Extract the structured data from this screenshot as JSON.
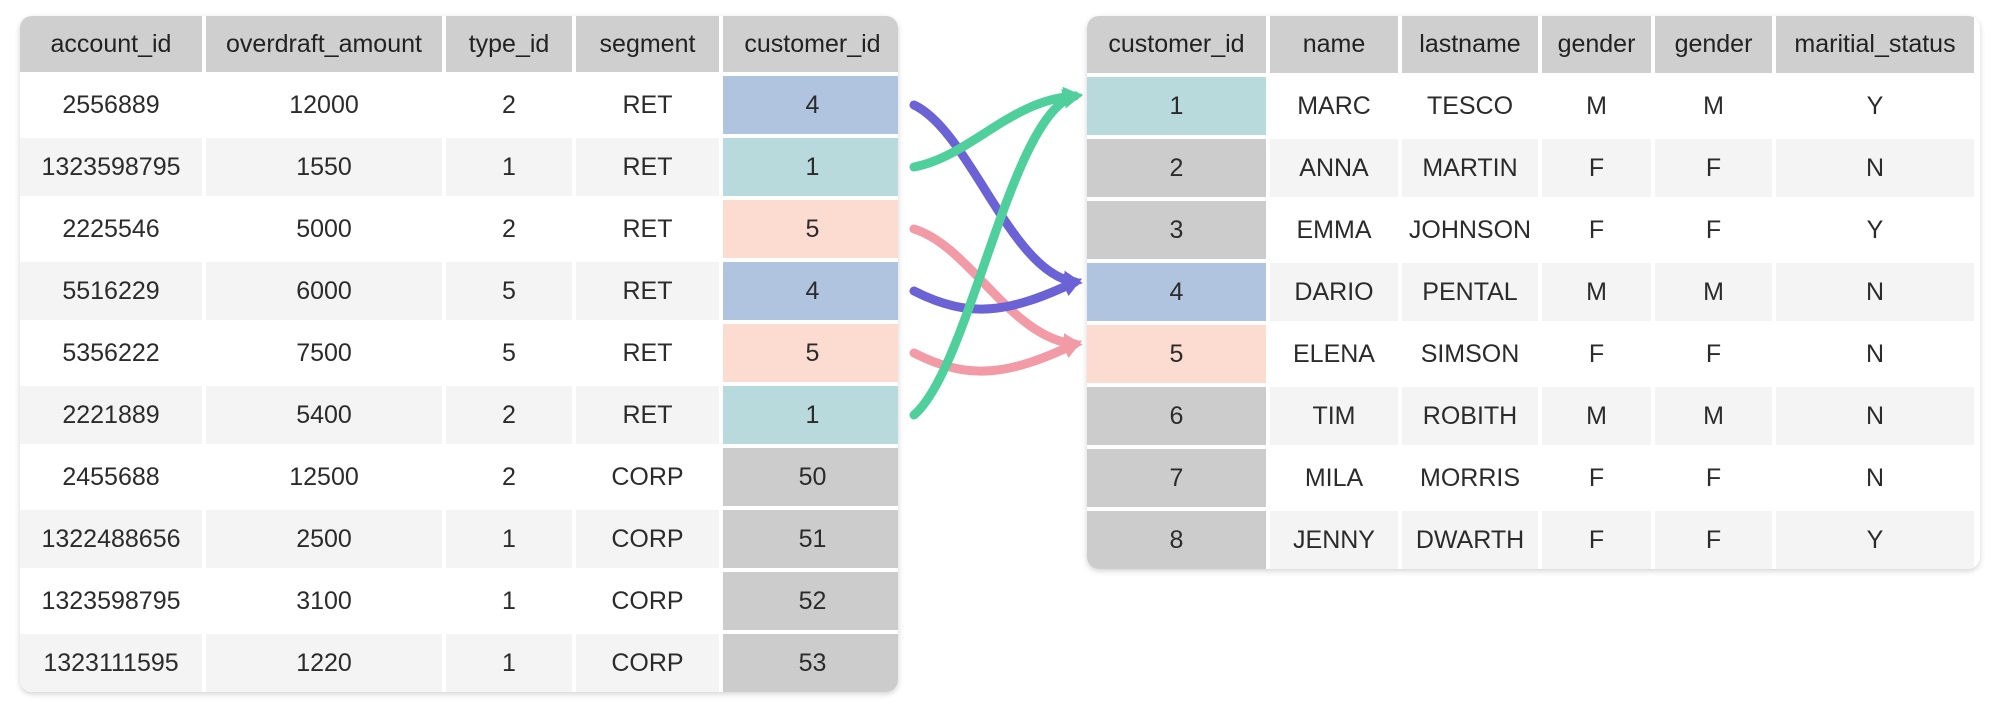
{
  "colors": {
    "blue": "#b0c4df",
    "teal": "#b8dadc",
    "salmon": "#fcdcd0",
    "grey": "#cccccc",
    "link_green": "#4fcf9b",
    "link_purple": "#6b62d6",
    "link_pink": "#f29aa5"
  },
  "accounts": {
    "columns": [
      "account_id",
      "overdraft_amount",
      "type_id",
      "segment",
      "customer_id"
    ],
    "rows": [
      {
        "account_id": "2556889",
        "overdraft_amount": "12000",
        "type_id": "2",
        "segment": "RET",
        "customer_id": "4",
        "key_color": "blue"
      },
      {
        "account_id": "1323598795",
        "overdraft_amount": "1550",
        "type_id": "1",
        "segment": "RET",
        "customer_id": "1",
        "key_color": "teal"
      },
      {
        "account_id": "2225546",
        "overdraft_amount": "5000",
        "type_id": "2",
        "segment": "RET",
        "customer_id": "5",
        "key_color": "salmon"
      },
      {
        "account_id": "5516229",
        "overdraft_amount": "6000",
        "type_id": "5",
        "segment": "RET",
        "customer_id": "4",
        "key_color": "blue"
      },
      {
        "account_id": "5356222",
        "overdraft_amount": "7500",
        "type_id": "5",
        "segment": "RET",
        "customer_id": "5",
        "key_color": "salmon"
      },
      {
        "account_id": "2221889",
        "overdraft_amount": "5400",
        "type_id": "2",
        "segment": "RET",
        "customer_id": "1",
        "key_color": "teal"
      },
      {
        "account_id": "2455688",
        "overdraft_amount": "12500",
        "type_id": "2",
        "segment": "CORP",
        "customer_id": "50",
        "key_color": "grey"
      },
      {
        "account_id": "1322488656",
        "overdraft_amount": "2500",
        "type_id": "1",
        "segment": "CORP",
        "customer_id": "51",
        "key_color": "grey"
      },
      {
        "account_id": "1323598795",
        "overdraft_amount": "3100",
        "type_id": "1",
        "segment": "CORP",
        "customer_id": "52",
        "key_color": "grey"
      },
      {
        "account_id": "1323111595",
        "overdraft_amount": "1220",
        "type_id": "1",
        "segment": "CORP",
        "customer_id": "53",
        "key_color": "grey"
      }
    ]
  },
  "customers": {
    "columns": [
      "customer_id",
      "name",
      "lastname",
      "gender",
      "gender",
      "maritial_status"
    ],
    "rows": [
      {
        "customer_id": "1",
        "name": "MARC",
        "lastname": "TESCO",
        "gender": "M",
        "gender2": "M",
        "maritial_status": "Y",
        "key_color": "teal"
      },
      {
        "customer_id": "2",
        "name": "ANNA",
        "lastname": "MARTIN",
        "gender": "F",
        "gender2": "F",
        "maritial_status": "N",
        "key_color": "grey"
      },
      {
        "customer_id": "3",
        "name": "EMMA",
        "lastname": "JOHNSON",
        "gender": "F",
        "gender2": "F",
        "maritial_status": "Y",
        "key_color": "grey"
      },
      {
        "customer_id": "4",
        "name": "DARIO",
        "lastname": "PENTAL",
        "gender": "M",
        "gender2": "M",
        "maritial_status": "N",
        "key_color": "blue"
      },
      {
        "customer_id": "5",
        "name": "ELENA",
        "lastname": "SIMSON",
        "gender": "F",
        "gender2": "F",
        "maritial_status": "N",
        "key_color": "salmon"
      },
      {
        "customer_id": "6",
        "name": "TIM",
        "lastname": "ROBITH",
        "gender": "M",
        "gender2": "M",
        "maritial_status": "N",
        "key_color": "grey"
      },
      {
        "customer_id": "7",
        "name": "MILA",
        "lastname": "MORRIS",
        "gender": "F",
        "gender2": "F",
        "maritial_status": "N",
        "key_color": "grey"
      },
      {
        "customer_id": "8",
        "name": "JENNY",
        "lastname": "DWARTH",
        "gender": "F",
        "gender2": "F",
        "maritial_status": "Y",
        "key_color": "grey"
      }
    ]
  },
  "links": [
    {
      "from_row": 0,
      "to_row": 3,
      "color": "link_purple"
    },
    {
      "from_row": 1,
      "to_row": 0,
      "color": "link_green"
    },
    {
      "from_row": 2,
      "to_row": 4,
      "color": "link_pink"
    },
    {
      "from_row": 3,
      "to_row": 3,
      "color": "link_purple"
    },
    {
      "from_row": 4,
      "to_row": 4,
      "color": "link_pink"
    },
    {
      "from_row": 5,
      "to_row": 0,
      "color": "link_green"
    }
  ]
}
